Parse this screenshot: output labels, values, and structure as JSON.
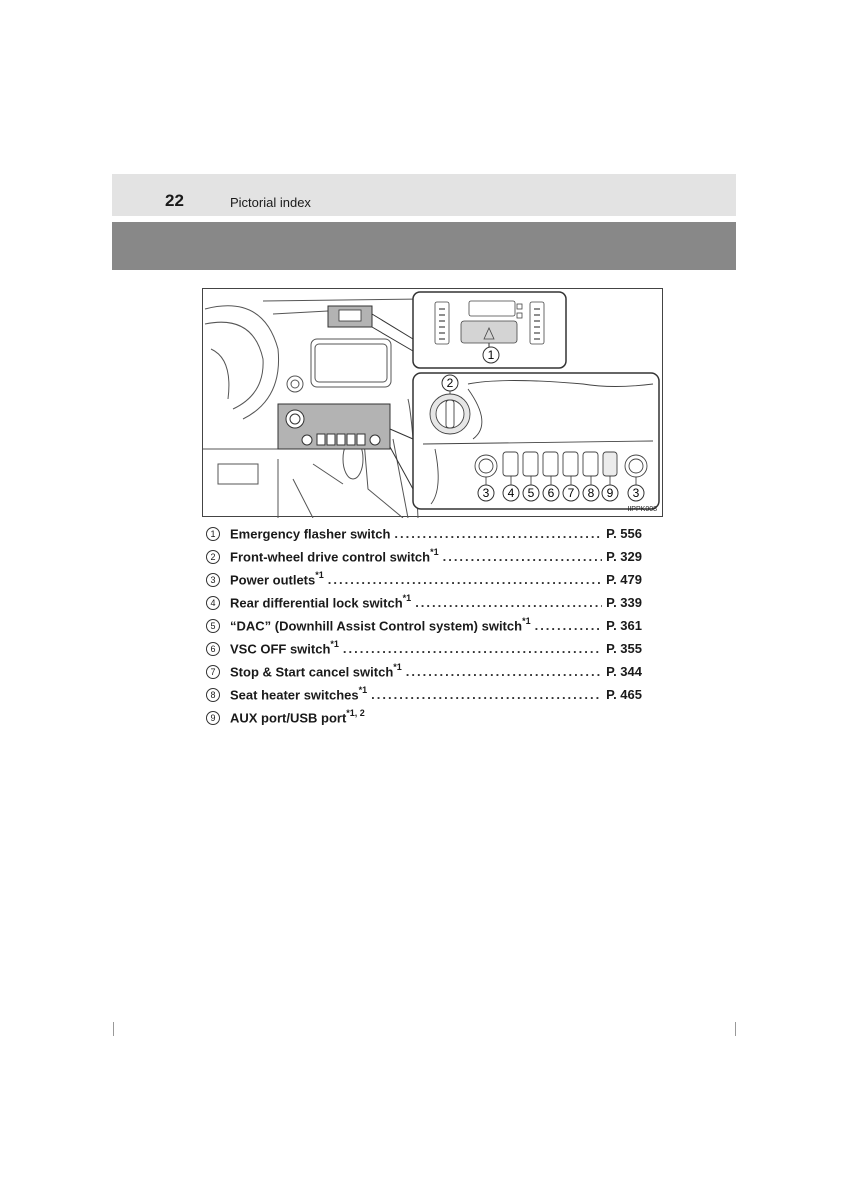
{
  "header": {
    "page_number": "22",
    "section_title": "Pictorial index"
  },
  "figure": {
    "id": "IIPPK008",
    "callouts": [
      "1",
      "2",
      "3",
      "4",
      "5",
      "6",
      "7",
      "8",
      "9",
      "3"
    ]
  },
  "legend": [
    {
      "num": "1",
      "label": "Emergency flasher switch",
      "sup": "",
      "page": "P. 556"
    },
    {
      "num": "2",
      "label": "Front-wheel drive control switch",
      "sup": "*1",
      "page": "P. 329"
    },
    {
      "num": "3",
      "label": "Power outlets",
      "sup": "*1",
      "page": "P. 479"
    },
    {
      "num": "4",
      "label": "Rear differential lock switch",
      "sup": "*1",
      "page": "P. 339"
    },
    {
      "num": "5",
      "label": "“DAC” (Downhill Assist Control system) switch",
      "sup": "*1",
      "page": "P. 361"
    },
    {
      "num": "6",
      "label": "VSC OFF switch",
      "sup": "*1",
      "page": "P. 355"
    },
    {
      "num": "7",
      "label": "Stop & Start cancel switch",
      "sup": "*1",
      "page": "P. 344"
    },
    {
      "num": "8",
      "label": "Seat heater switches",
      "sup": "*1",
      "page": "P. 465"
    },
    {
      "num": "9",
      "label": "AUX port/USB port",
      "sup": "*1, 2",
      "page": ""
    }
  ]
}
